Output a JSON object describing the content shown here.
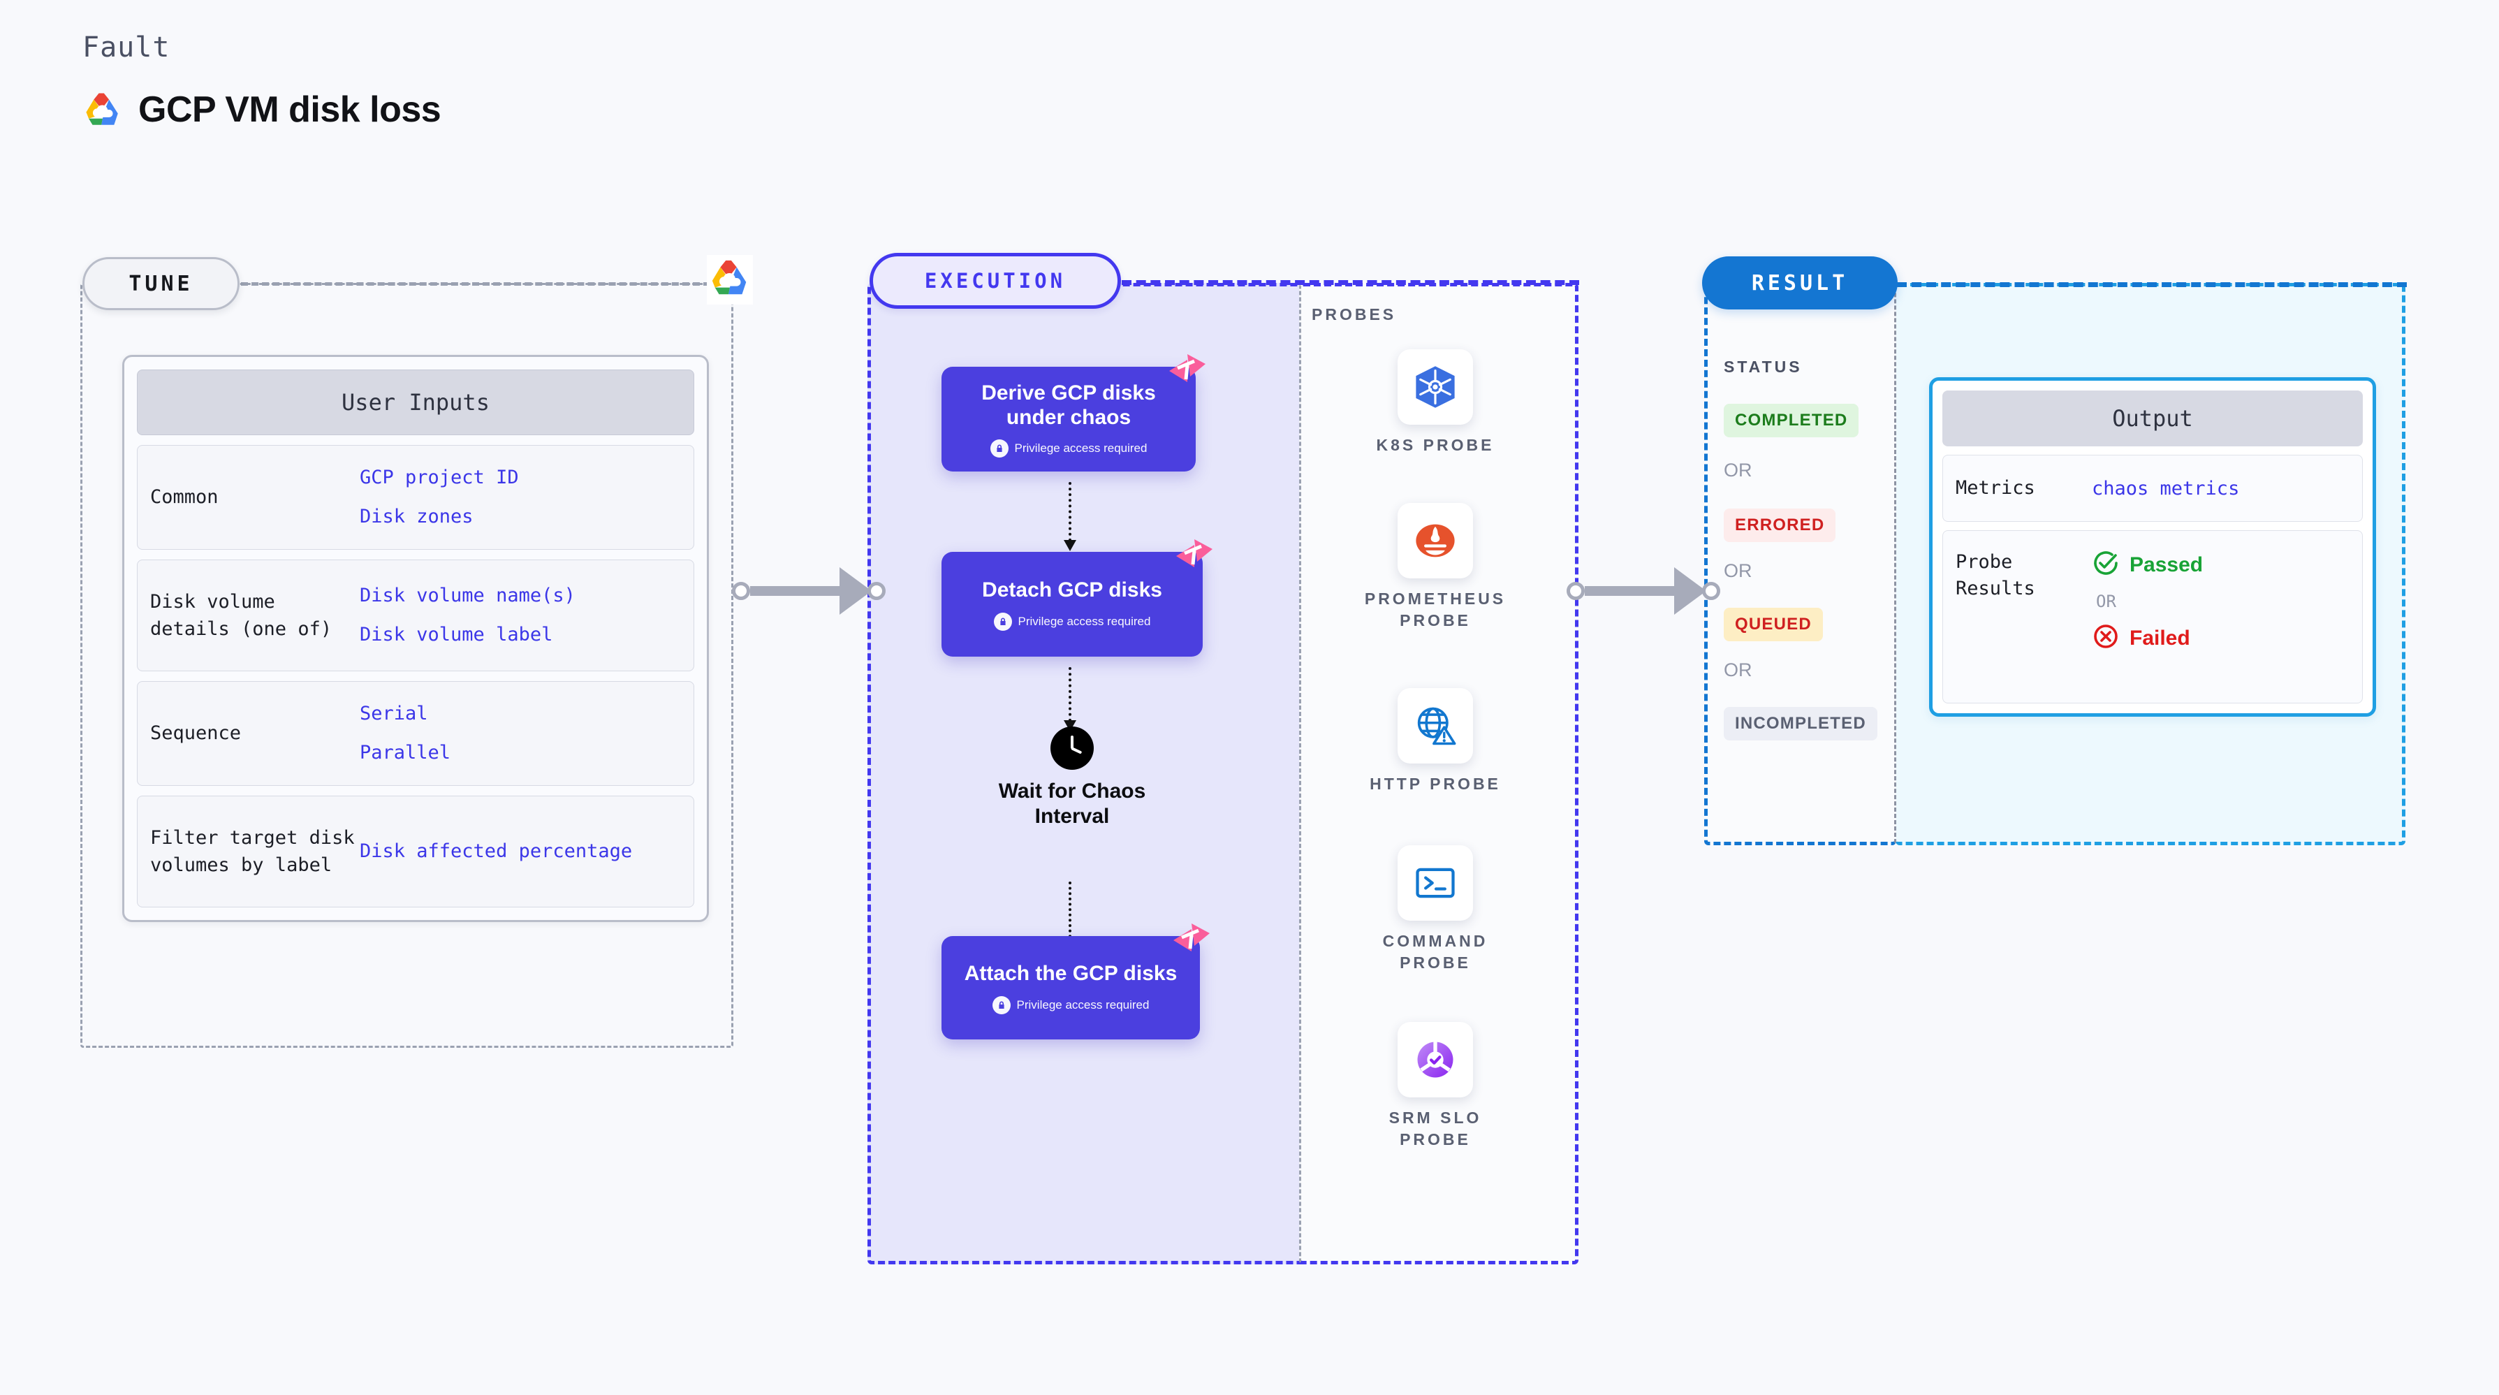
{
  "header": {
    "eyebrow": "Fault",
    "title": "GCP VM disk loss",
    "logo_icon": "gcp-logo-icon"
  },
  "tune": {
    "pill_label": "TUNE",
    "provider_icon": "gcp-logo-icon",
    "card_title": "User Inputs",
    "rows": [
      {
        "key": "Common",
        "values": [
          "GCP project ID",
          "Disk zones"
        ]
      },
      {
        "key": "Disk volume details (one of)",
        "values": [
          "Disk volume name(s)",
          "Disk volume label"
        ]
      },
      {
        "key": "Sequence",
        "values": [
          "Serial",
          "Parallel"
        ]
      },
      {
        "key": "Filter target disk volumes by label",
        "values": [
          "Disk affected percentage"
        ]
      }
    ]
  },
  "execution": {
    "pill_label": "EXECUTION",
    "privilege_note": "Privilege access required",
    "nodes": [
      {
        "title": "Derive GCP disks under chaos",
        "privileged": true,
        "badge_icon": "chaos-badge-icon"
      },
      {
        "title": "Detach GCP disks",
        "privileged": true,
        "badge_icon": "chaos-badge-icon"
      },
      {
        "title": "Wait for Chaos Interval",
        "privileged": false,
        "icon": "clock-icon"
      },
      {
        "title": "Attach the GCP disks",
        "privileged": true,
        "badge_icon": "chaos-badge-icon"
      }
    ]
  },
  "probes": {
    "label": "PROBES",
    "items": [
      {
        "name": "K8S PROBE",
        "icon": "kubernetes-icon"
      },
      {
        "name": "PROMETHEUS PROBE",
        "icon": "prometheus-icon"
      },
      {
        "name": "HTTP PROBE",
        "icon": "http-globe-icon"
      },
      {
        "name": "COMMAND PROBE",
        "icon": "terminal-icon"
      },
      {
        "name": "SRM SLO PROBE",
        "icon": "srm-slo-icon"
      }
    ]
  },
  "result": {
    "pill_label": "RESULT",
    "status_label": "STATUS",
    "or_label": "OR",
    "statuses": [
      {
        "label": "COMPLETED",
        "color": "#1c7c1c",
        "bg": "#dff5df"
      },
      {
        "label": "ERRORED",
        "color": "#cf2020",
        "bg": "#fdecec"
      },
      {
        "label": "QUEUED",
        "color": "#cf2020",
        "bg": "#fdeec4"
      },
      {
        "label": "INCOMPLETED",
        "color": "#5a6072",
        "bg": "#eceef5"
      }
    ]
  },
  "output": {
    "card_title": "Output",
    "metrics_key": "Metrics",
    "metrics_value": "chaos metrics",
    "probe_results_key": "Probe Results",
    "or_label": "OR",
    "passed_label": "Passed",
    "failed_label": "Failed",
    "passed_color": "#18a336",
    "failed_color": "#e01b1b"
  },
  "connectors": {
    "tune_to_execution": "arrow-right",
    "execution_to_result": "arrow-right"
  }
}
